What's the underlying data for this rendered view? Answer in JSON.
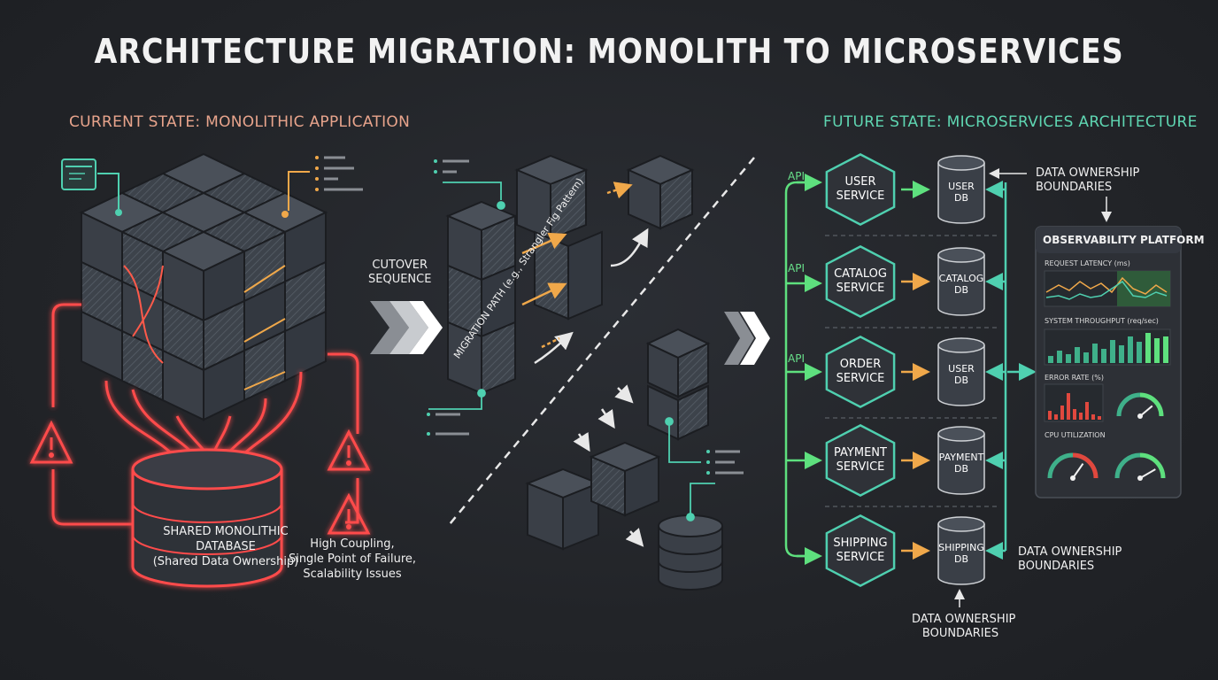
{
  "title": "ARCHITECTURE MIGRATION: MONOLITH TO MICROSERVICES",
  "current": {
    "heading": "CURRENT STATE: MONOLITHIC APPLICATION",
    "db_line1": "SHARED MONOLITHIC",
    "db_line2": "DATABASE",
    "db_line3": "(Shared Data Ownership)",
    "issues": [
      "High Coupling,",
      "Single Point of Failure,",
      "Scalability Issues"
    ]
  },
  "migration": {
    "cutover_line1": "CUTOVER",
    "cutover_line2": "SEQUENCE",
    "path_label": "MIGRATION PATH (e.g., Strangler Fig Pattern)"
  },
  "future": {
    "heading": "FUTURE STATE: MICROSERVICES ARCHITECTURE",
    "api_label": "API",
    "services": [
      {
        "line1": "USER",
        "line2": "SERVICE",
        "db1": "USER",
        "db2": "DB"
      },
      {
        "line1": "CATALOG",
        "line2": "SERVICE",
        "db1": "CATALOG",
        "db2": "DB"
      },
      {
        "line1": "ORDER",
        "line2": "SERVICE",
        "db1": "USER",
        "db2": "DB"
      },
      {
        "line1": "PAYMENT",
        "line2": "SERVICE",
        "db1": "PAYMENT",
        "db2": "DB"
      },
      {
        "line1": "SHIPPING",
        "line2": "SERVICE",
        "db1": "SHIPPING",
        "db2": "DB"
      }
    ],
    "ownership_line1": "DATA OWNERSHIP",
    "ownership_line2": "BOUNDARIES"
  },
  "observability": {
    "title": "OBSERVABILITY PLATFORM",
    "latency": "REQUEST LATENCY (ms)",
    "throughput": "SYSTEM THROUGHPUT (req/sec)",
    "error_rate": "ERROR RATE (%)",
    "cpu": "CPU UTILIZATION"
  },
  "colors": {
    "danger": "#ff4b4b",
    "accent_orange": "#f0a84a",
    "accent_teal": "#4fd0b0",
    "api_green": "#5ee07e"
  }
}
